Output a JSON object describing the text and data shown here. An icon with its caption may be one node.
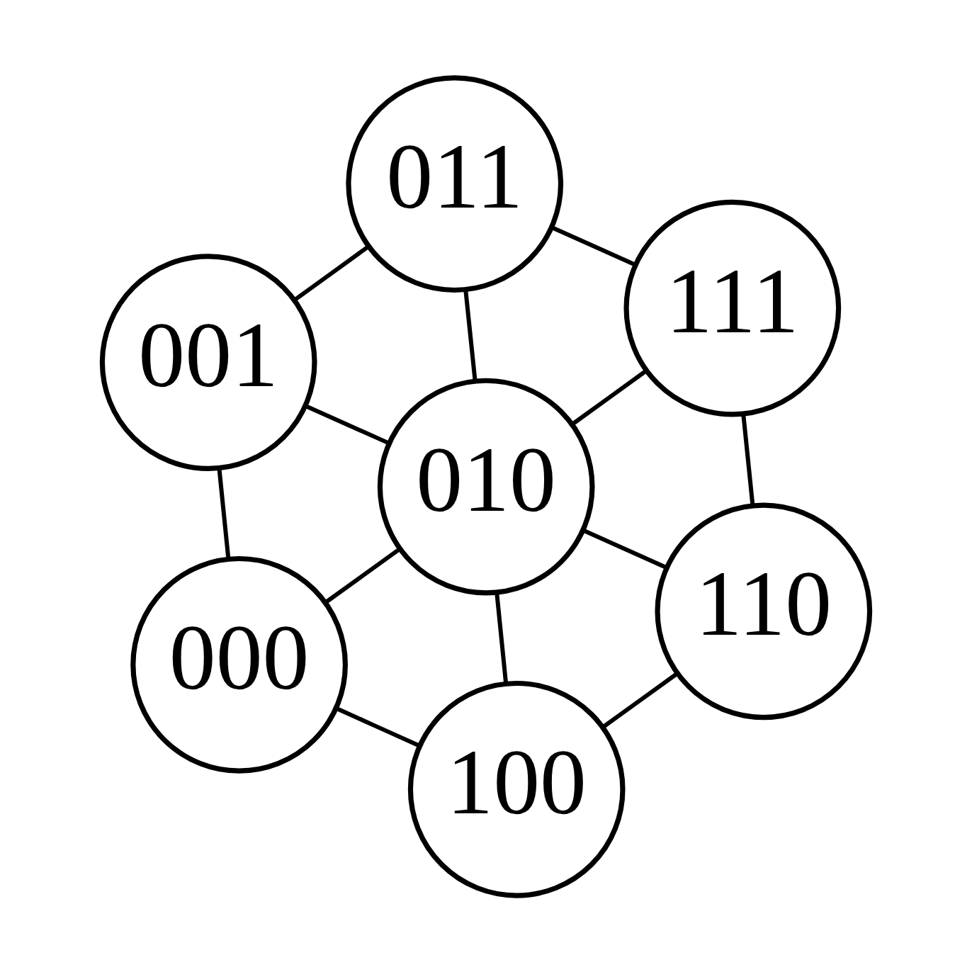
{
  "diagram": {
    "nodes": [
      {
        "text": [
          "011"
        ]
      },
      {
        "text": [
          "111"
        ]
      },
      {
        "text": [
          "001"
        ]
      },
      {
        "text": [
          "010"
        ]
      },
      {
        "text": [
          "110"
        ]
      },
      {
        "text": [
          "000"
        ]
      },
      {
        "text": [
          "100"
        ]
      }
    ],
    "edges": [
      {
        "from": 0,
        "to": 1,
        "arrow": "none"
      },
      {
        "from": 0,
        "to": 2,
        "arrow": "none"
      },
      {
        "from": 0,
        "to": 3,
        "arrow": "none"
      },
      {
        "from": 1,
        "to": 3,
        "arrow": "none"
      },
      {
        "from": 1,
        "to": 4,
        "arrow": "none"
      },
      {
        "from": 2,
        "to": 3,
        "arrow": "none"
      },
      {
        "from": 3,
        "to": 4,
        "arrow": "none"
      },
      {
        "from": 2,
        "to": 5,
        "arrow": "none"
      },
      {
        "from": 3,
        "to": 5,
        "arrow": "none"
      },
      {
        "from": 3,
        "to": 6,
        "arrow": "none"
      },
      {
        "from": 4,
        "to": 6,
        "arrow": "none"
      },
      {
        "from": 5,
        "to": 6,
        "arrow": "none"
      }
    ]
  }
}
